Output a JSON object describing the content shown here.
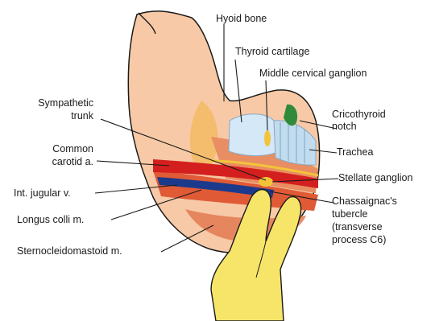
{
  "labels": {
    "hyoid_bone": "Hyoid bone",
    "thyroid_cartilage": "Thyroid cartilage",
    "middle_cervical_ganglion": "Middle cervical ganglion",
    "cricothyroid_notch_1": "Cricothyroid",
    "cricothyroid_notch_2": "notch",
    "trachea": "Trachea",
    "stellate_ganglion": "Stellate ganglion",
    "chassaignac_1": "Chassaignac's",
    "chassaignac_2": "tubercle",
    "chassaignac_3": "(transverse",
    "chassaignac_4": "process C6)",
    "sympathetic_trunk_1": "Sympathetic",
    "sympathetic_trunk_2": "trunk",
    "common_carotid_1": "Common",
    "common_carotid_2": "carotid a.",
    "int_jugular": "Int. jugular v.",
    "longus_colli": "Longus colli m.",
    "sternocleidomastoid": "Sternocleidomastoid m."
  },
  "colors": {
    "skin": "#f7c9a6",
    "skin_shadow": "#e8a07a",
    "muscle": "#e0603c",
    "artery": "#d41f1f",
    "vein": "#1c3a8c",
    "cartilage": "#cfe4f5",
    "ganglion": "#f3c43a",
    "glove": "#f7e56a",
    "green": "#2f8a3a"
  }
}
